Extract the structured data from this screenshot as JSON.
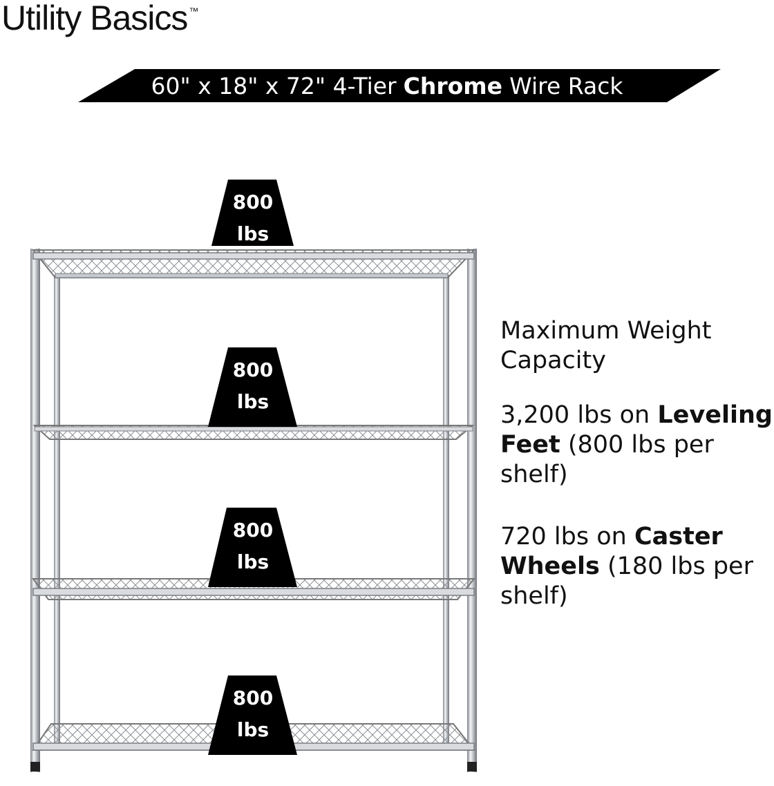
{
  "brand": {
    "name": "Utility Basics",
    "trademark": "™"
  },
  "banner": {
    "text_before": "60\" x 18\" x 72\" 4-Tier",
    "text_bold": "Chrome",
    "text_after": "Wire Rack"
  },
  "shelves": [
    {
      "weight": "800",
      "unit": "lbs"
    },
    {
      "weight": "800",
      "unit": "lbs"
    },
    {
      "weight": "800",
      "unit": "lbs"
    },
    {
      "weight": "800",
      "unit": "lbs"
    }
  ],
  "info": {
    "heading_line1": "Maximum Weight",
    "heading_line2": "Capacity",
    "leveling": {
      "prefix": "3,200 lbs on ",
      "bold1": "Leveling",
      "bold2": "Feet",
      "suffix1": " (800 lbs per",
      "suffix2": "shelf)"
    },
    "caster": {
      "prefix": "720 lbs on ",
      "bold1": "Caster",
      "bold2": "Wheels",
      "suffix1": " (180 lbs per",
      "suffix2": "shelf)"
    }
  },
  "colors": {
    "black": "#000000",
    "chrome": "#c9ccd0",
    "text": "#111111"
  }
}
